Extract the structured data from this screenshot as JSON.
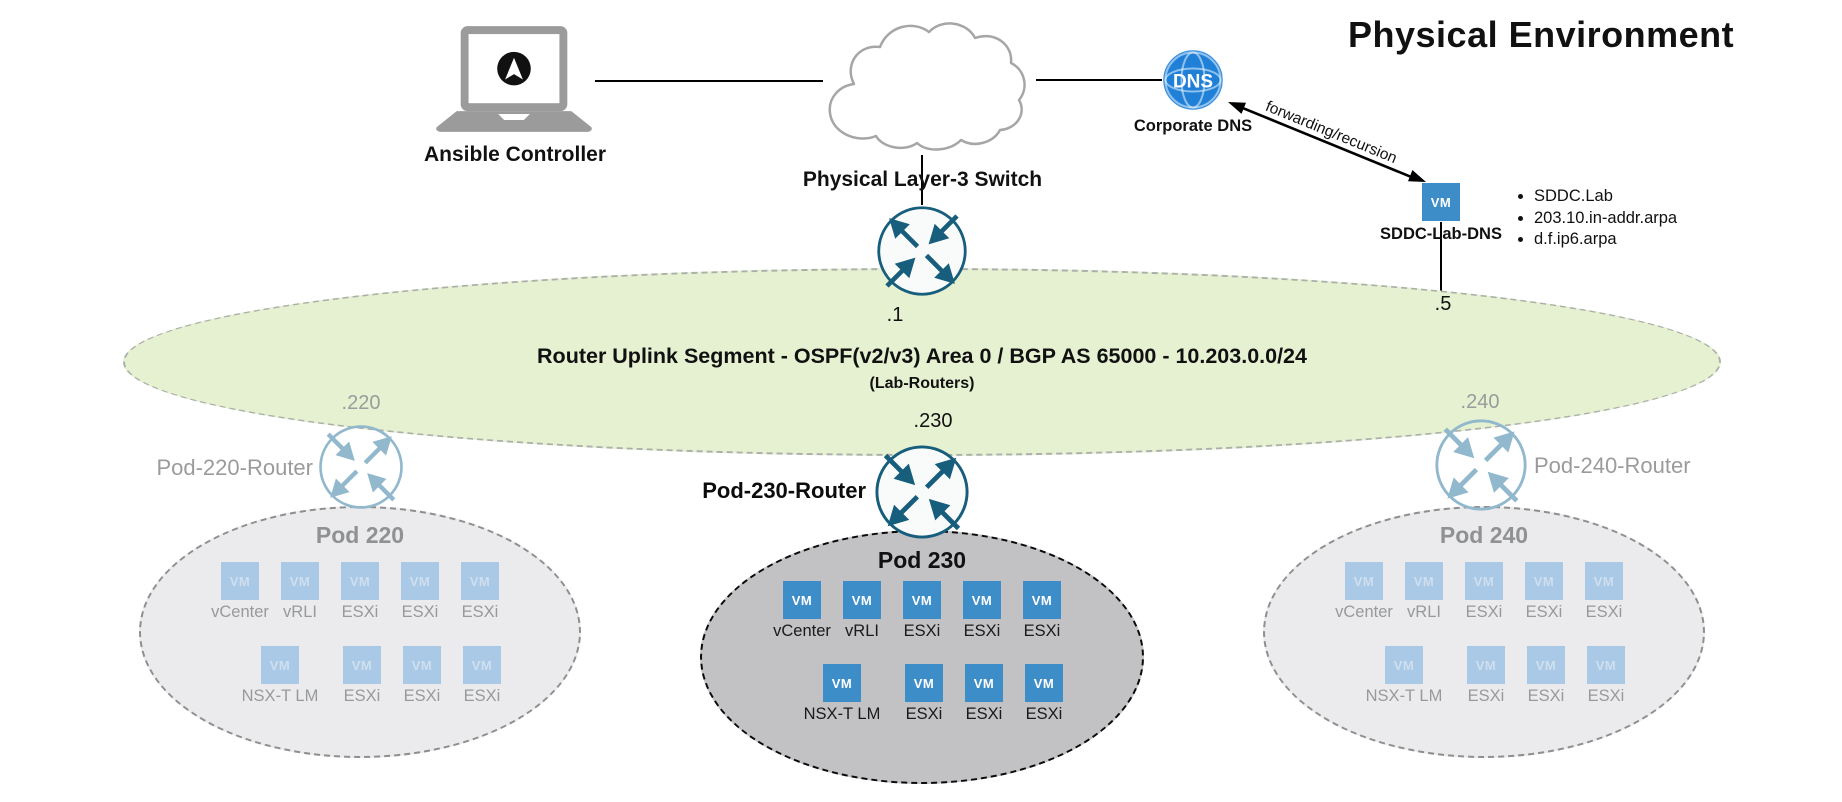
{
  "title": "Physical Environment",
  "ansible": {
    "label": "Ansible Controller"
  },
  "switch_cloud": {
    "label": "Physical Layer-3 Switch"
  },
  "uplink_router": {
    "ip": ".1"
  },
  "corporate_dns": {
    "icon_text": "DNS",
    "label": "Corporate DNS"
  },
  "dns_link": {
    "label": "forwarding/recursion"
  },
  "sddc_dns": {
    "chip": "VM",
    "label": "SDDC-Lab-DNS",
    "ip": ".5",
    "zones": [
      "SDDC.Lab",
      "203.10.in-addr.arpa",
      "d.f.ip6.arpa"
    ]
  },
  "uplink_segment": {
    "label": "Router Uplink Segment - OSPF(v2/v3) Area 0 / BGP AS 65000 - 10.203.0.0/24",
    "sublabel": "(Lab-Routers)"
  },
  "vm_chip_label": "VM",
  "pods": [
    {
      "title": "Pod 220",
      "router_label": "Pod-220-Router",
      "router_ip": ".220",
      "state": "inactive",
      "row1": [
        "vCenter",
        "vRLI",
        "ESXi",
        "ESXi",
        "ESXi"
      ],
      "row2": [
        "NSX-T LM",
        "ESXi",
        "ESXi",
        "ESXi"
      ]
    },
    {
      "title": "Pod 230",
      "router_label": "Pod-230-Router",
      "router_ip": ".230",
      "state": "active",
      "row1": [
        "vCenter",
        "vRLI",
        "ESXi",
        "ESXi",
        "ESXi"
      ],
      "row2": [
        "NSX-T LM",
        "ESXi",
        "ESXi",
        "ESXi"
      ]
    },
    {
      "title": "Pod 240",
      "router_label": "Pod-240-Router",
      "router_ip": ".240",
      "state": "inactive",
      "row1": [
        "vCenter",
        "vRLI",
        "ESXi",
        "ESXi",
        "ESXi"
      ],
      "row2": [
        "NSX-T LM",
        "ESXi",
        "ESXi",
        "ESXi"
      ]
    }
  ],
  "colors": {
    "vm_active": "#3d8dc9",
    "vm_inactive": "#a9c9e6",
    "router_active": "#175d7c",
    "router_inactive": "#91b8cc",
    "segment_fill": "#e6f1d2",
    "pod_active_fill": "#c2c2c5",
    "pod_inactive_fill": "#ebebed",
    "dns_blue": "#2080d8"
  }
}
